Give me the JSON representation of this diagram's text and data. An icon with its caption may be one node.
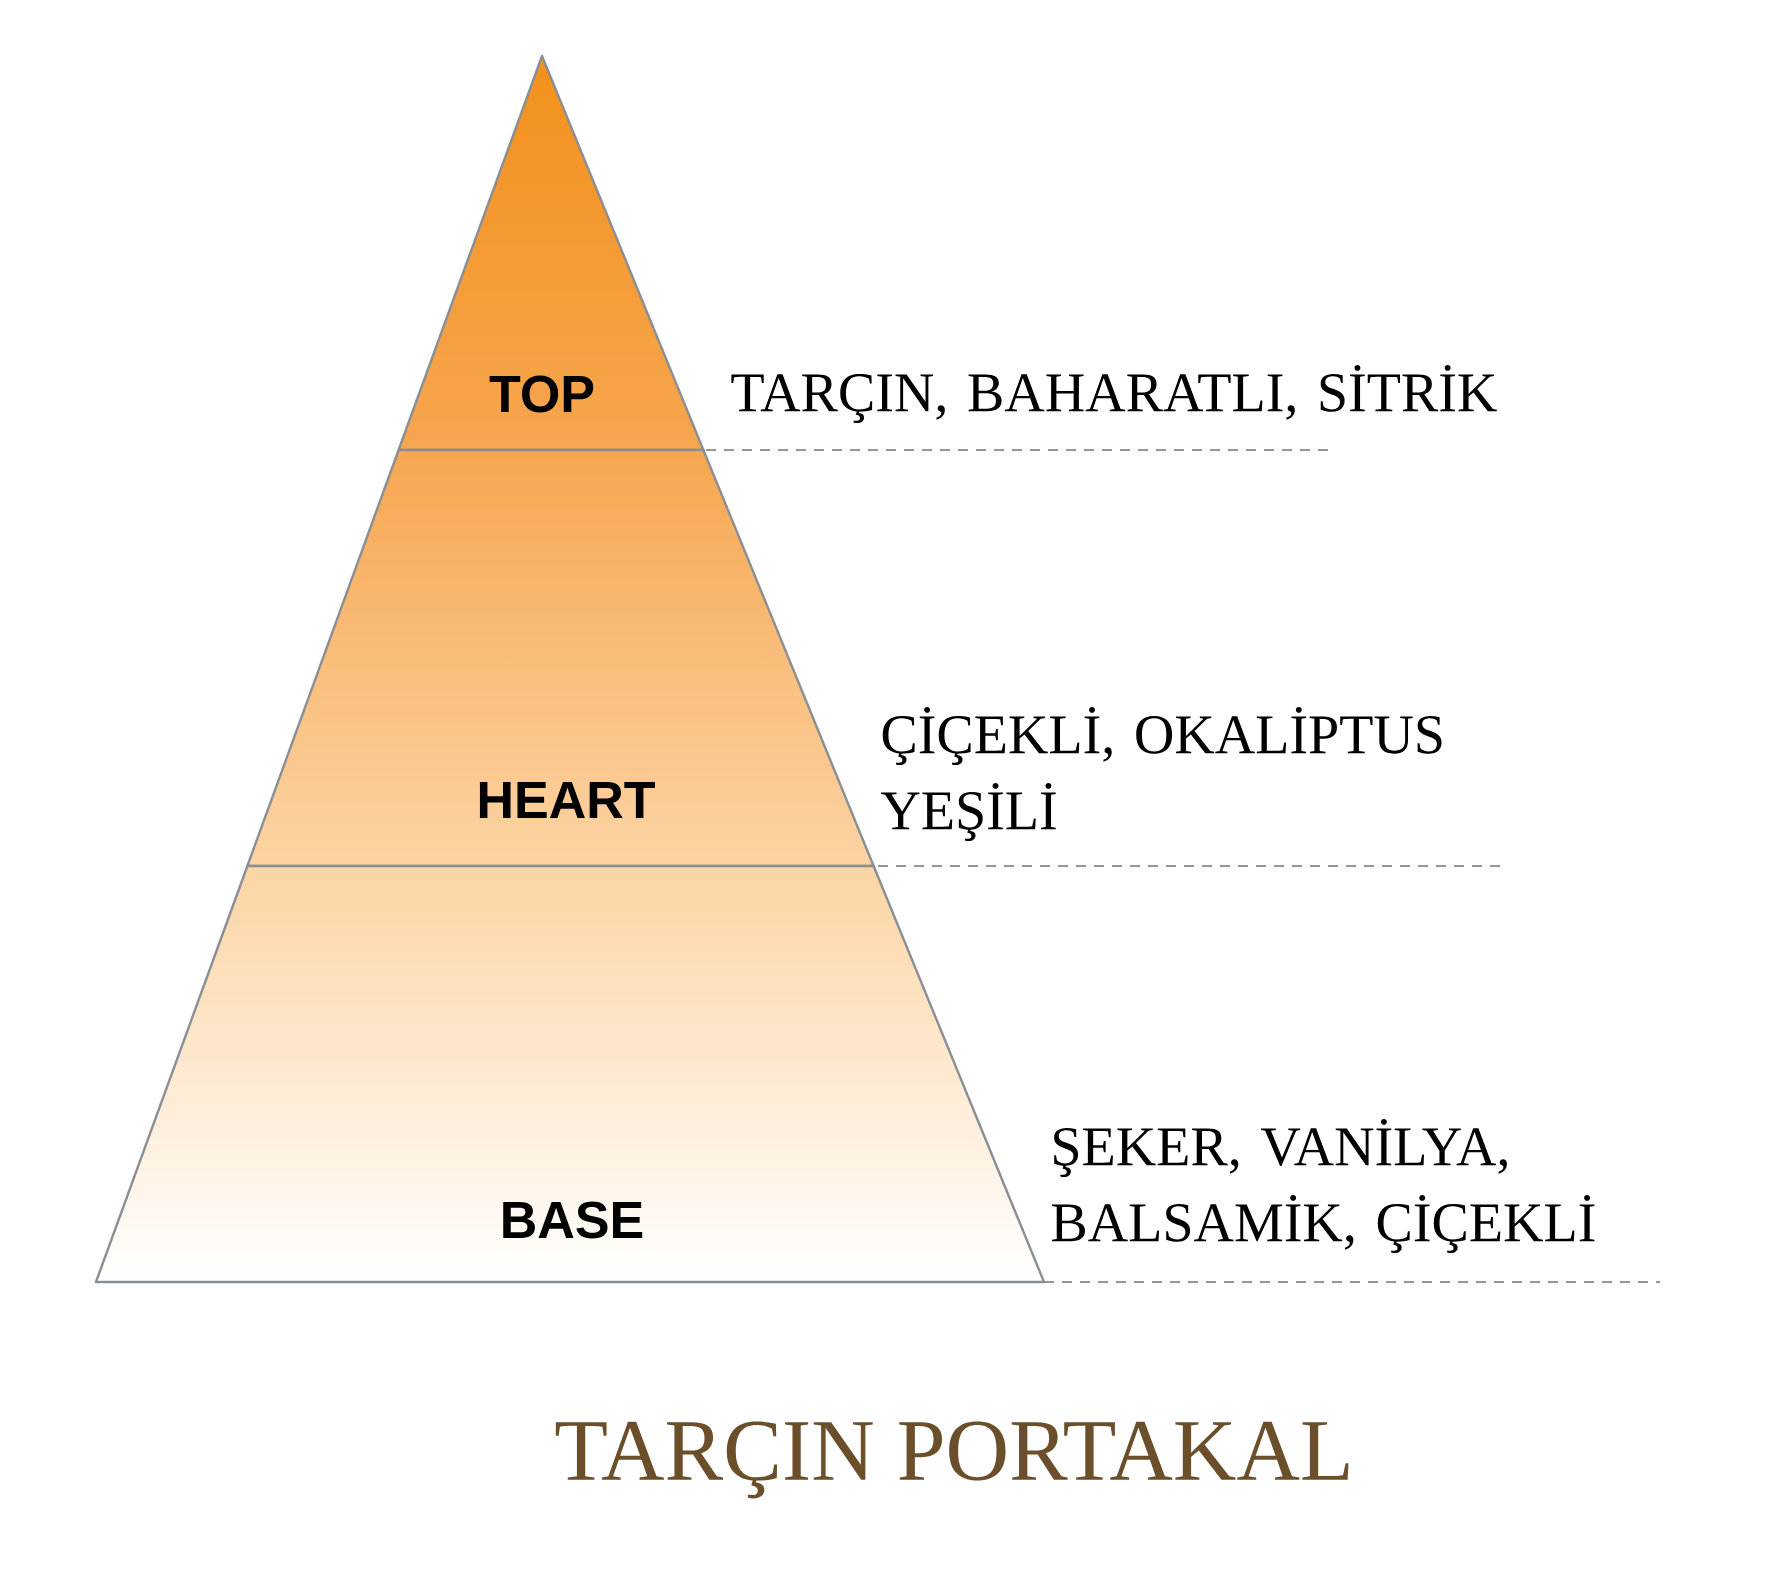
{
  "diagram": {
    "title": "TARÇIN PORTAKAL",
    "nodes": [
      {
        "text": [
          "TOP"
        ],
        "beside": [
          "TARÇIN, BAHARATLI, SİTRİK"
        ]
      },
      {
        "text": [
          "HEART"
        ],
        "beside": [
          "ÇİÇEKLİ, OKALİPTUS YEŞİLİ"
        ]
      },
      {
        "text": [
          "BASE"
        ],
        "beside": [
          "ŞEKER, VANİLYA, BALSAMİK, ÇİÇEKLİ"
        ]
      }
    ]
  }
}
